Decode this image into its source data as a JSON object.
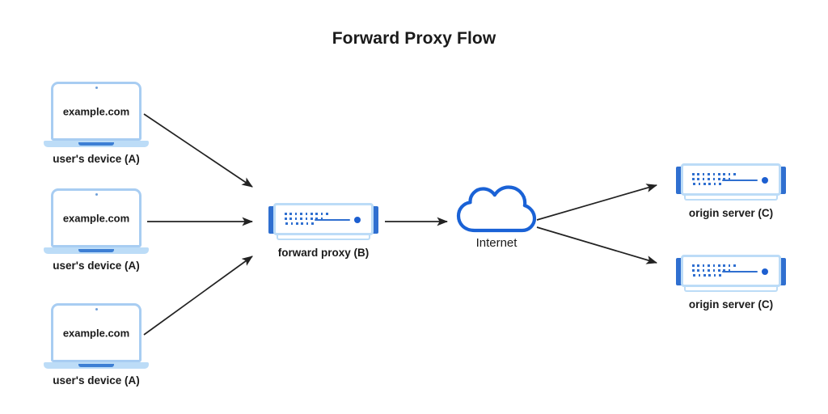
{
  "title": "Forward Proxy Flow",
  "colors": {
    "accent_blue": "#2f6fd0",
    "light_blue": "#bcdcf7",
    "laptop_border": "#a8cdf2",
    "arrow": "#222222",
    "text": "#1a1a1a",
    "background": "#ffffff"
  },
  "nodes": {
    "clients": [
      {
        "screen_text": "example.com",
        "label": "user's device (A)"
      },
      {
        "screen_text": "example.com",
        "label": "user's device (A)"
      },
      {
        "screen_text": "example.com",
        "label": "user's device (A)"
      }
    ],
    "proxy": {
      "label": "forward proxy (B)"
    },
    "internet": {
      "label": "Internet"
    },
    "origins": [
      {
        "label": "origin server (C)"
      },
      {
        "label": "origin server (C)"
      }
    ]
  },
  "flow": {
    "edges": [
      {
        "from": "user's device (A)",
        "to": "forward proxy (B)"
      },
      {
        "from": "user's device (A)",
        "to": "forward proxy (B)"
      },
      {
        "from": "user's device (A)",
        "to": "forward proxy (B)"
      },
      {
        "from": "forward proxy (B)",
        "to": "Internet"
      },
      {
        "from": "Internet",
        "to": "origin server (C)"
      },
      {
        "from": "Internet",
        "to": "origin server (C)"
      }
    ]
  }
}
